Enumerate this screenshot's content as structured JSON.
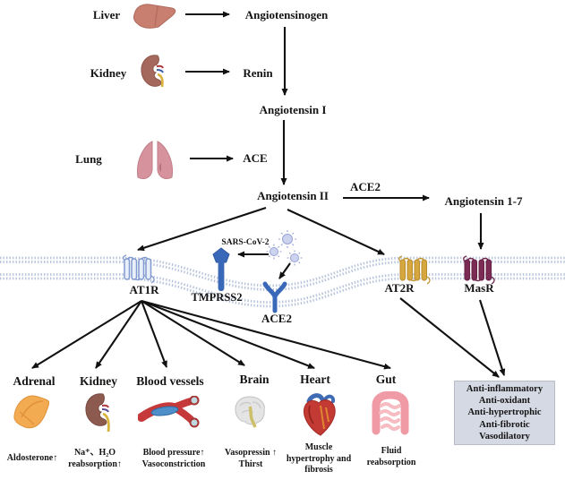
{
  "sources": {
    "liver": "Liver",
    "kidney": "Kidney",
    "lung": "Lung"
  },
  "cascade": {
    "angiotensinogen": "Angiotensinogen",
    "renin": "Renin",
    "angiotensin_i": "Angiotensin I",
    "ace": "ACE",
    "angiotensin_ii": "Angiotensin II",
    "ace2_enzyme": "ACE2",
    "angiotensin_1_7": "Angiotensin 1-7"
  },
  "membrane": {
    "sars_cov_2": "SARS-CoV-2",
    "at1r": "AT1R",
    "tmprss2": "TMPRSS2",
    "ace2_receptor": "ACE2",
    "at2r": "AT2R",
    "masr": "MasR"
  },
  "organs": [
    {
      "name": "Adrenal",
      "effect_lines": [
        "Aldosterone↑"
      ]
    },
    {
      "name": "Kidney",
      "effect_lines": [
        "Na⁺、H₂O",
        "reabsorption↑"
      ]
    },
    {
      "name": "Blood vessels",
      "effect_lines": [
        "Blood pressure↑",
        "Vasoconstriction"
      ]
    },
    {
      "name": "Brain",
      "effect_lines": [
        "Vasopressin ↑",
        "Thirst"
      ]
    },
    {
      "name": "Heart",
      "effect_lines": [
        "Muscle",
        "hypertrophy and",
        "fibrosis"
      ]
    },
    {
      "name": "Gut",
      "effect_lines": [
        "Fluid",
        "reabsorption"
      ]
    }
  ],
  "masr_effects": {
    "lines": [
      "Anti-inflammatory",
      "Anti-oxidant",
      "Anti-hypertrophic",
      "Anti-fibrotic",
      "Vasodilatory"
    ]
  },
  "colors": {
    "arrow": "#111111",
    "membrane_dots": "#b6c3da",
    "at1r_receptor": "#8099cf",
    "at2r_receptor": "#d6a63f",
    "masr_receptor": "#7c2b55",
    "viral_entry_blue": "#3a68b8",
    "virus_particle": "#aab3dd",
    "effects_box_bg": "#d5d9e3"
  }
}
